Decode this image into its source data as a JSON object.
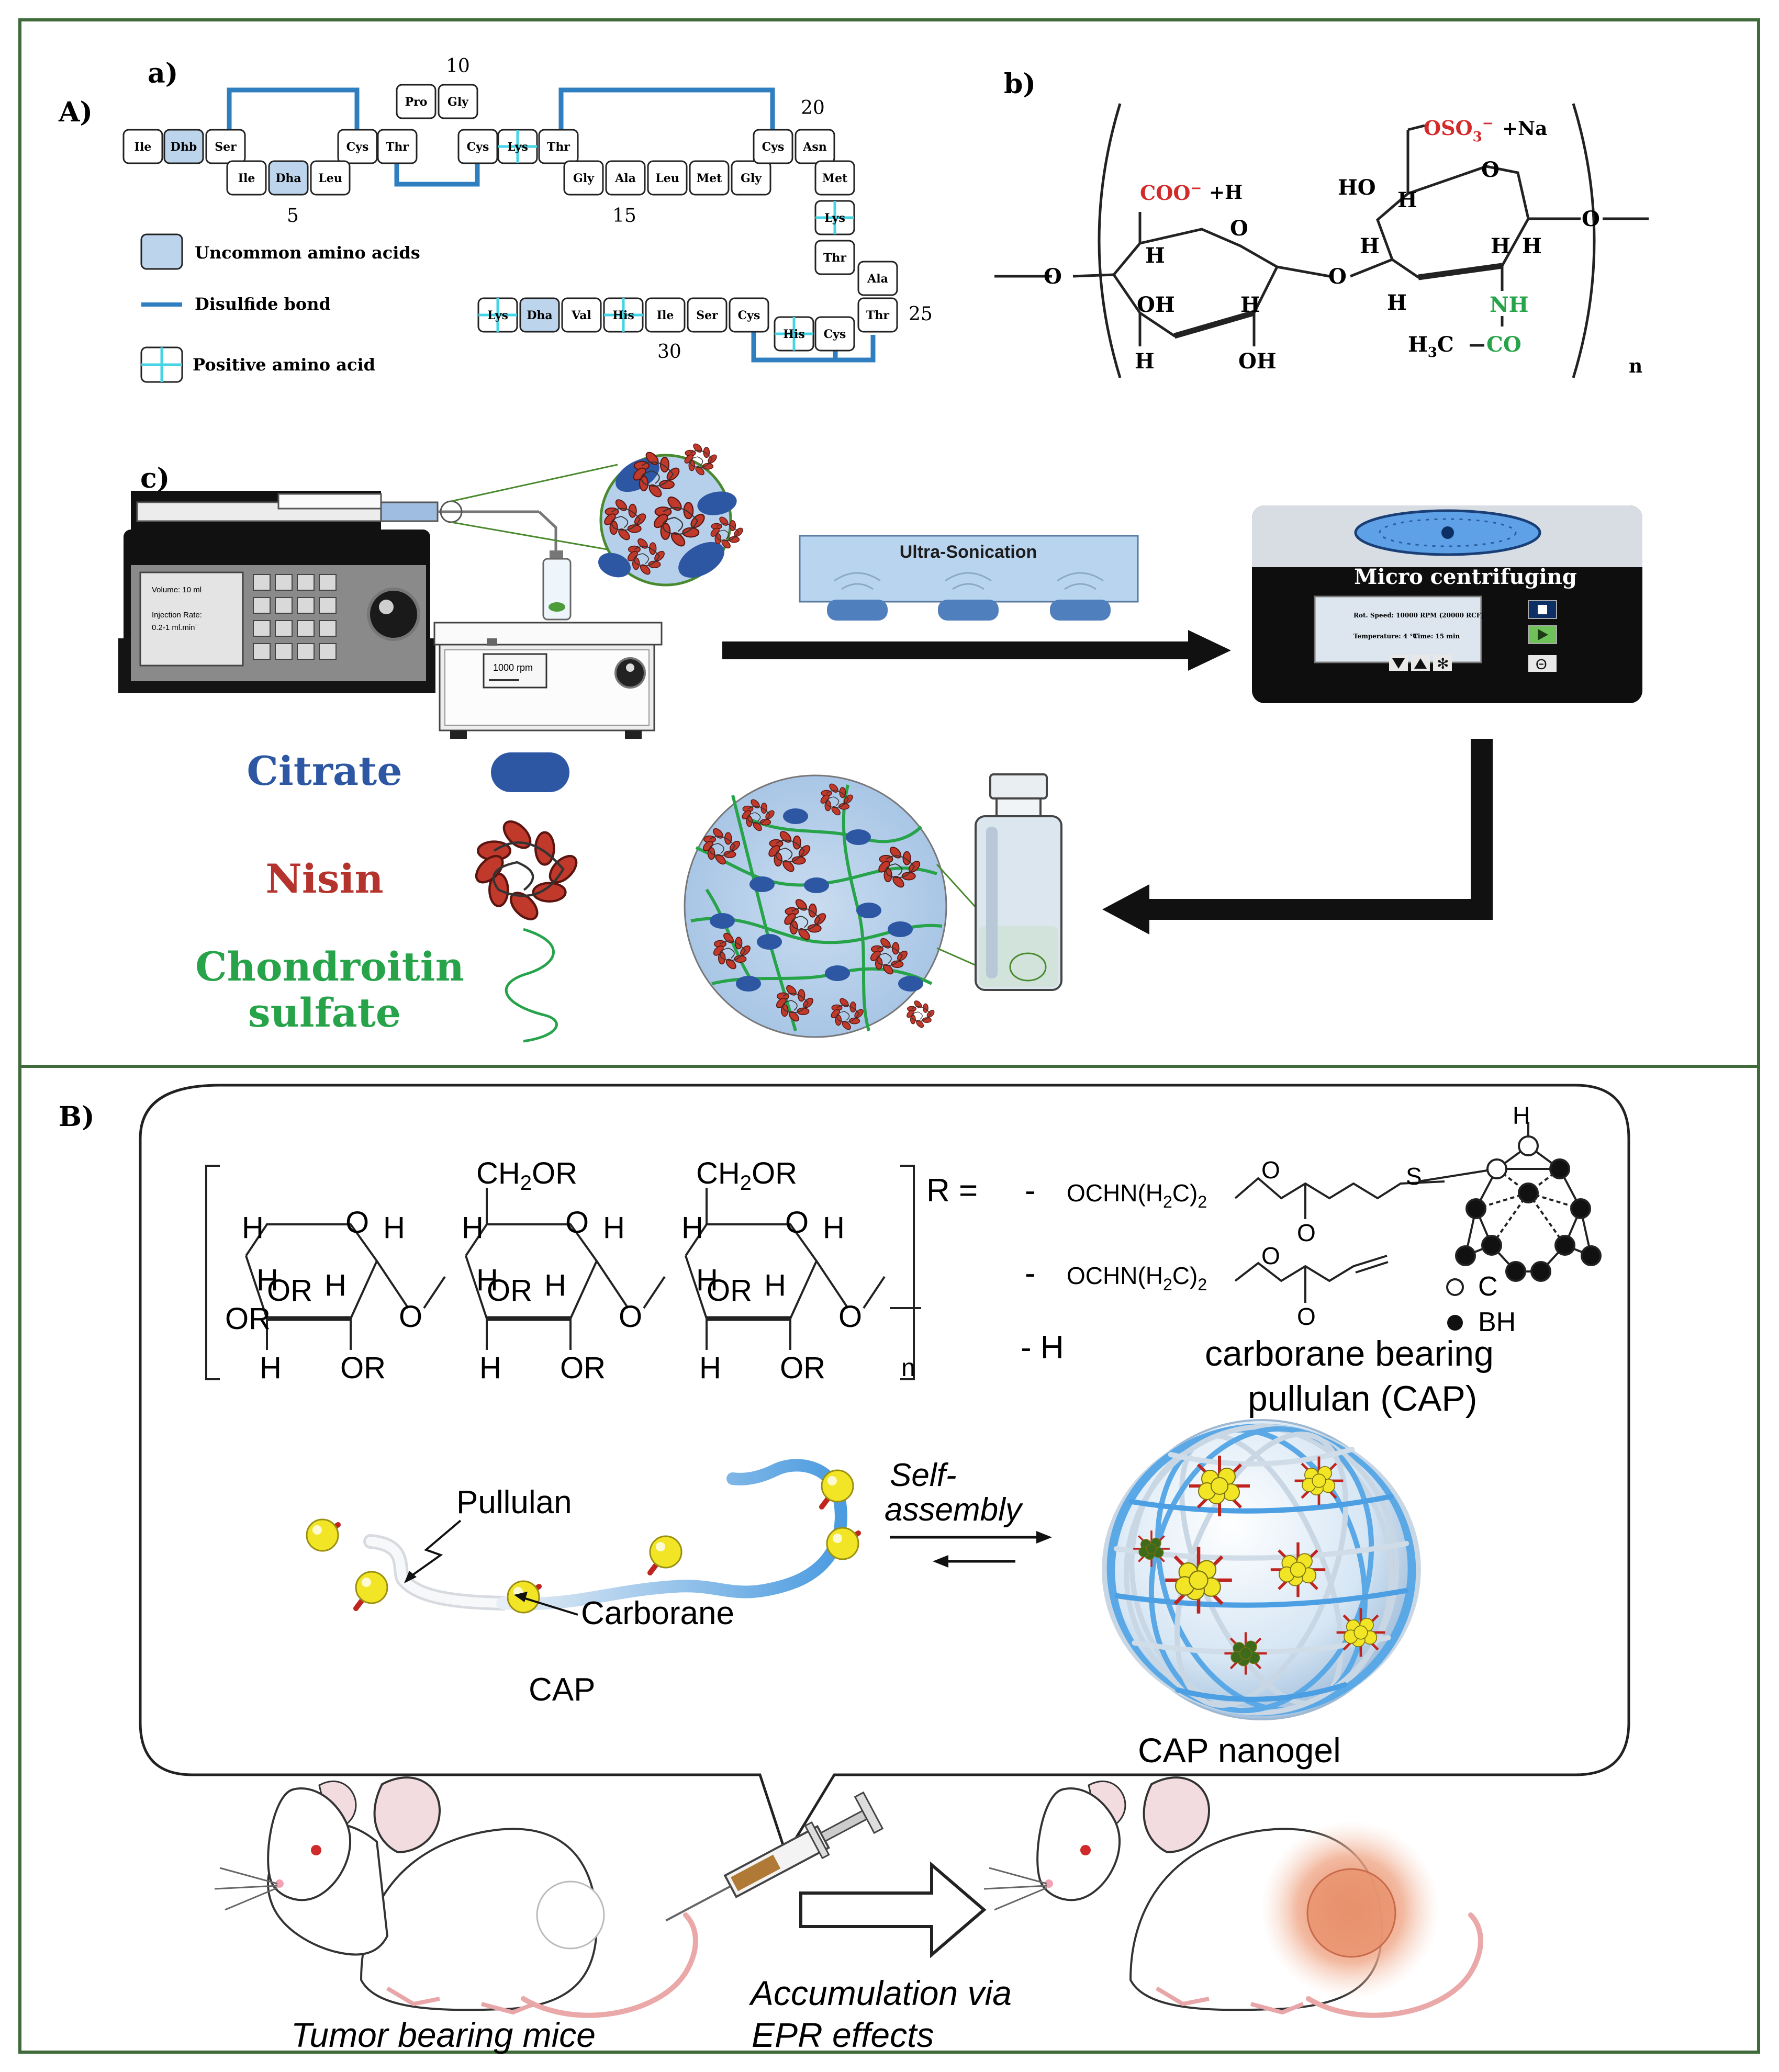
{
  "panelA": {
    "label": "A)",
    "sub_a": {
      "label": "a)",
      "numbers": {
        "n5": "5",
        "n10": "10",
        "n15": "15",
        "n20": "20",
        "n25": "25",
        "n30": "30"
      },
      "residues": {
        "r1": "Ile",
        "r2": "Dhb",
        "r3": "Ser",
        "r4": "Ile",
        "r5": "Dha",
        "r6": "Leu",
        "r7": "Cys",
        "r8": "Thr",
        "r9": "Pro",
        "r10": "Gly",
        "r11": "Cys",
        "r12": "Lys",
        "r13": "Thr",
        "r14": "Gly",
        "r15": "Ala",
        "r16": "Leu",
        "r17": "Met",
        "r18": "Gly",
        "r19": "Cys",
        "r20": "Asn",
        "r21": "Met",
        "r22": "Lys",
        "r23": "Thr",
        "r24": "Ala",
        "r25": "Thr",
        "r26": "Cys",
        "r27": "His",
        "r28": "Cys",
        "r29": "Ser",
        "r30": "Ile",
        "r31": "His",
        "r32": "Val",
        "r33": "Dha",
        "r34": "Lys"
      },
      "legend": {
        "uncommon": "Uncommon amino acids",
        "disulfide": "Disulfide bond",
        "positive": "Positive amino acid"
      }
    },
    "sub_b": {
      "label": "b)",
      "coo": "COO",
      "minus": "−",
      "h_ion": "+H",
      "oso3": "OSO",
      "sub3": "3",
      "na_ion": "+Na",
      "ho": "HO",
      "h": "H",
      "oh": "OH",
      "o": "O",
      "nh": "NH",
      "h3c": "H",
      "co": "CO",
      "dash_c": "C",
      "n": "n"
    },
    "sub_c": {
      "label": "c)",
      "pump_volume": "Volume: 10 ml",
      "pump_rate1": "Injection Rate:",
      "pump_rate2": "0.2-1 ml.min",
      "stirrer_display": "1000 rpm",
      "sonication": "Ultra-Sonication",
      "centrifuge": "Micro centrifuging",
      "cent_line1": "Rot. Speed: 10000 RPM (20000 RCF)",
      "cent_temp": "Temperature: 4 °C",
      "cent_time": "Time: 15 min",
      "legend_citrate": "Citrate",
      "legend_nisin": "Nisin",
      "legend_cs1": "Chondroitin",
      "legend_cs2": "sulfate"
    }
  },
  "panelB": {
    "label": "B)",
    "ch2or": "CH",
    "sub2": "2",
    "or": "OR",
    "h": "H",
    "o": "O",
    "n": "n",
    "r_eq": "R =",
    "r1": "OCHN(H",
    "r1b": "C)",
    "s": "S",
    "dash": "-",
    "minus_h": "- H",
    "legend_c": "C",
    "legend_bh": "BH",
    "cap_title1": "carborane bearing",
    "cap_title2": "pullulan (CAP)",
    "pullulan": "Pullulan",
    "carborane": "Carborane",
    "cap": "CAP",
    "self1": "Self-",
    "self2": "assembly",
    "nanogel": "CAP nanogel",
    "mice": "Tumor bearing mice",
    "accum1": "Accumulation via",
    "accum2": "EPR effects"
  },
  "colors": {
    "frame": "#3f6b3a",
    "pale_blue": "#bcd4ec",
    "dark_blue": "#2e57a3",
    "nisin_red": "#b5332d",
    "cs_green": "#27a34a",
    "cyan": "#45d4e6"
  }
}
